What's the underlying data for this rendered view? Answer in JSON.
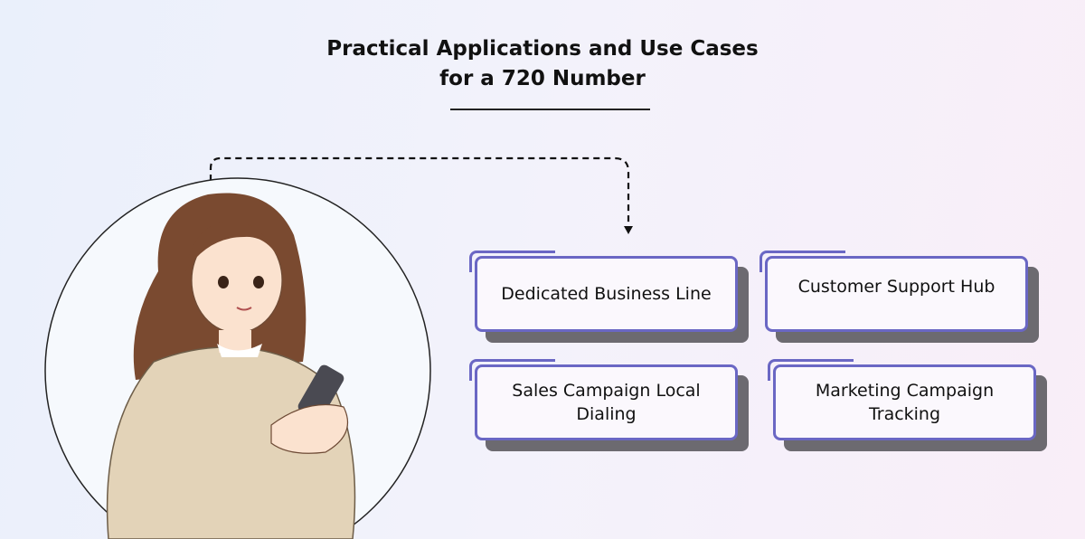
{
  "title": {
    "line1": "Practical Applications and Use Cases",
    "line2": "for a 720 Number"
  },
  "colors": {
    "accent": "#6a67c4",
    "shadow": "#6c6a70",
    "card_bg": "#fbf8fd"
  },
  "illustration": "woman-using-smartphone",
  "cards": [
    {
      "label": "Dedicated Business Line"
    },
    {
      "label": "Customer Support Hub"
    },
    {
      "label": "Sales Campaign Local Dialing"
    },
    {
      "label": "Marketing Campaign Tracking"
    }
  ]
}
